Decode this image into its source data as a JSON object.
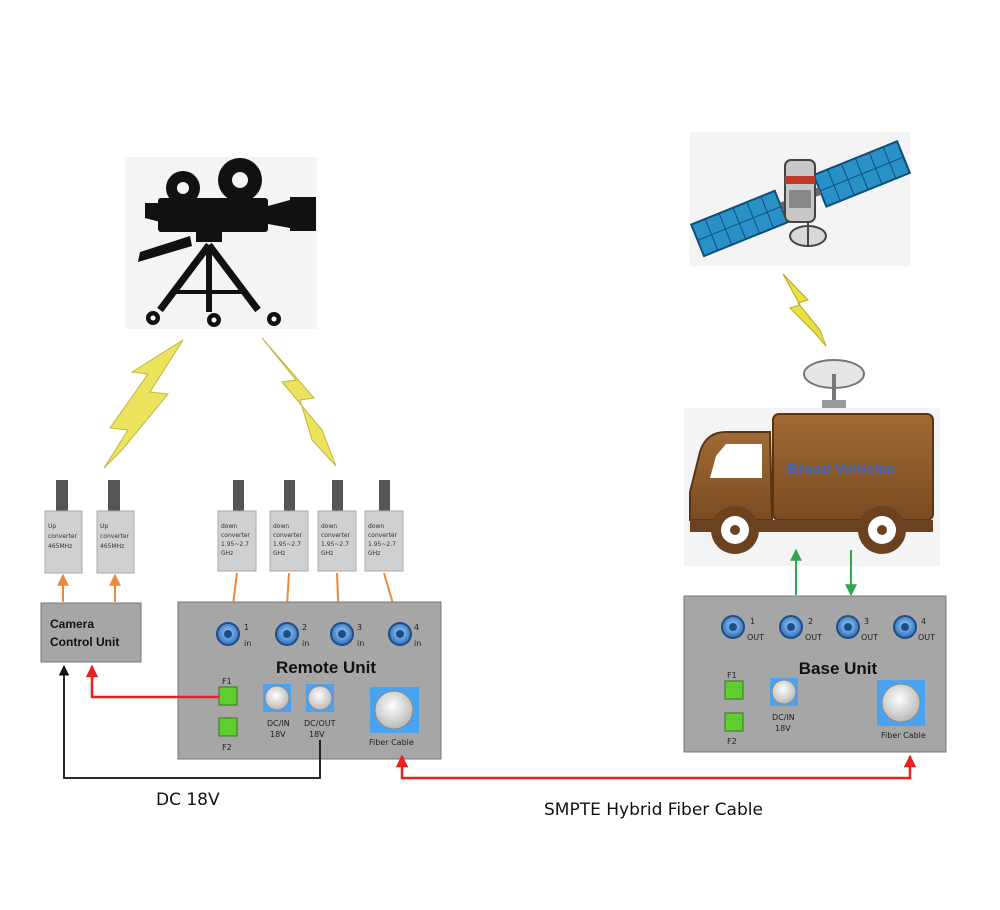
{
  "colors": {
    "panel": "#a6a6a6",
    "converter": "#d0d0d0",
    "antenna": "#555555",
    "orange_arrow": "#f0883a",
    "red_cable": "#e8211f",
    "green_arrow": "#2fa84f",
    "green_port": "#5fce2f",
    "connector_blue": "#3b7bc8",
    "lightning": "#e8e040",
    "truck_brown": "#8b5a2b",
    "truck_label": "#3a66c8"
  },
  "icons": {
    "camera": "movie-camera-on-tripod-icon",
    "satellite": "satellite-icon",
    "truck": "broadcast-truck-icon",
    "dish": "satellite-dish-icon"
  },
  "up_converters": [
    {
      "line1": "Up",
      "line2": "converter",
      "line3": "465MHz"
    },
    {
      "line1": "Up",
      "line2": "converter",
      "line3": "465MHz"
    }
  ],
  "down_converters": [
    {
      "line1": "down",
      "line2": "converter",
      "line3": "1.95~2.7",
      "line4": "GHz"
    },
    {
      "line1": "down",
      "line2": "converter",
      "line3": "1.95~2.7",
      "line4": "GHz"
    },
    {
      "line1": "down",
      "line2": "converter",
      "line3": "1.95~2.7",
      "line4": "GHz"
    },
    {
      "line1": "down",
      "line2": "converter",
      "line3": "1.95~2.7",
      "line4": "GHz"
    }
  ],
  "camera_control_unit": {
    "line1": "Camera",
    "line2": "Control Unit"
  },
  "remote_unit": {
    "title": "Remote Unit",
    "inputs": [
      {
        "num": "1",
        "label": "in"
      },
      {
        "num": "2",
        "label": "in"
      },
      {
        "num": "3",
        "label": "in"
      },
      {
        "num": "4",
        "label": "in"
      }
    ],
    "f1": "F1",
    "f2": "F2",
    "dc_in_1": "DC/IN",
    "dc_in_2": "18V",
    "dc_out_1": "DC/OUT",
    "dc_out_2": "18V",
    "fiber": "Fiber Cable"
  },
  "base_unit": {
    "title": "Base Unit",
    "outputs": [
      {
        "num": "1",
        "label": "OUT"
      },
      {
        "num": "2",
        "label": "OUT"
      },
      {
        "num": "3",
        "label": "OUT"
      },
      {
        "num": "4",
        "label": "OUT"
      }
    ],
    "f1": "F1",
    "f2": "F2",
    "dc_in_1": "DC/IN",
    "dc_in_2": "18V",
    "fiber": "Fiber Cable"
  },
  "truck": {
    "label": "Broad Vehicles"
  },
  "captions": {
    "dc": "DC 18V",
    "smpte": "SMPTE Hybrid Fiber Cable"
  }
}
